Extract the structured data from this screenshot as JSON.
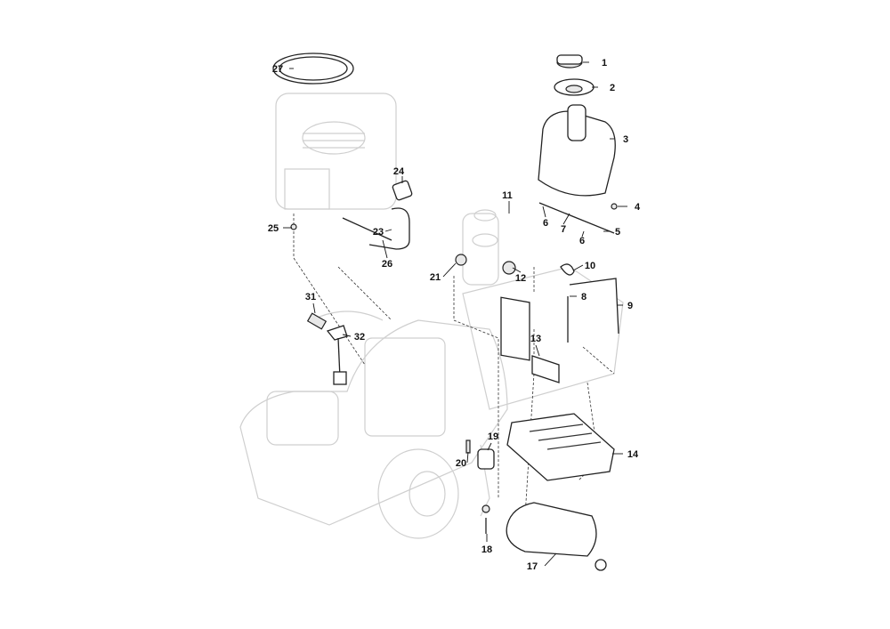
{
  "diagram": {
    "type": "exploded-parts-diagram",
    "callouts": [
      "27",
      "1",
      "2",
      "3",
      "24",
      "11",
      "6",
      "4",
      "7",
      "6",
      "5",
      "25",
      "23",
      "26",
      "21",
      "12",
      "10",
      "8",
      "9",
      "31",
      "32",
      "13",
      "14",
      "19",
      "20",
      "18",
      "17"
    ]
  }
}
